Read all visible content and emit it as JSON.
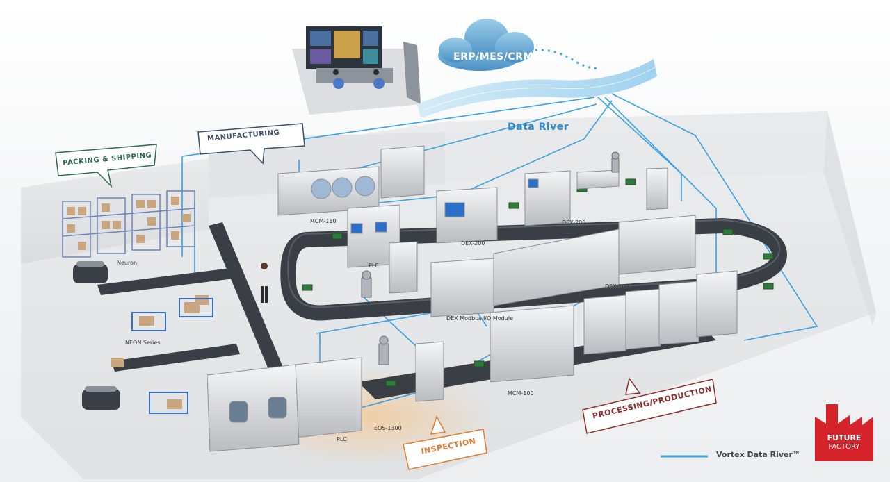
{
  "cloud": {
    "label": "ERP/MES/CRM"
  },
  "data_river": {
    "label": "Data River"
  },
  "zones": {
    "packing_shipping": "PACKING & SHIPPING",
    "manufacturing": "MANUFACTURING",
    "inspection": "INSPECTION",
    "processing": "PROCESSING/PRODUCTION"
  },
  "machines": {
    "mcm110": "MCM-110",
    "plc_top": "PLC",
    "dex200_a": "DEX-200",
    "dex200_b": "DEX-200",
    "dex100": "DEX-100",
    "dex_modbus": "DEX Modbus I/O Module",
    "mcm100": "MCM-100",
    "eos1300": "EOS-1300",
    "plc_bottom": "PLC",
    "neuron": "Neuron",
    "neon": "NEON Series"
  },
  "legend": {
    "label": "Vortex Data River™",
    "color": "#3aa0e0"
  },
  "logo": {
    "line1": "FUTURE",
    "line2": "FACTORY",
    "color": "#d4232a"
  }
}
